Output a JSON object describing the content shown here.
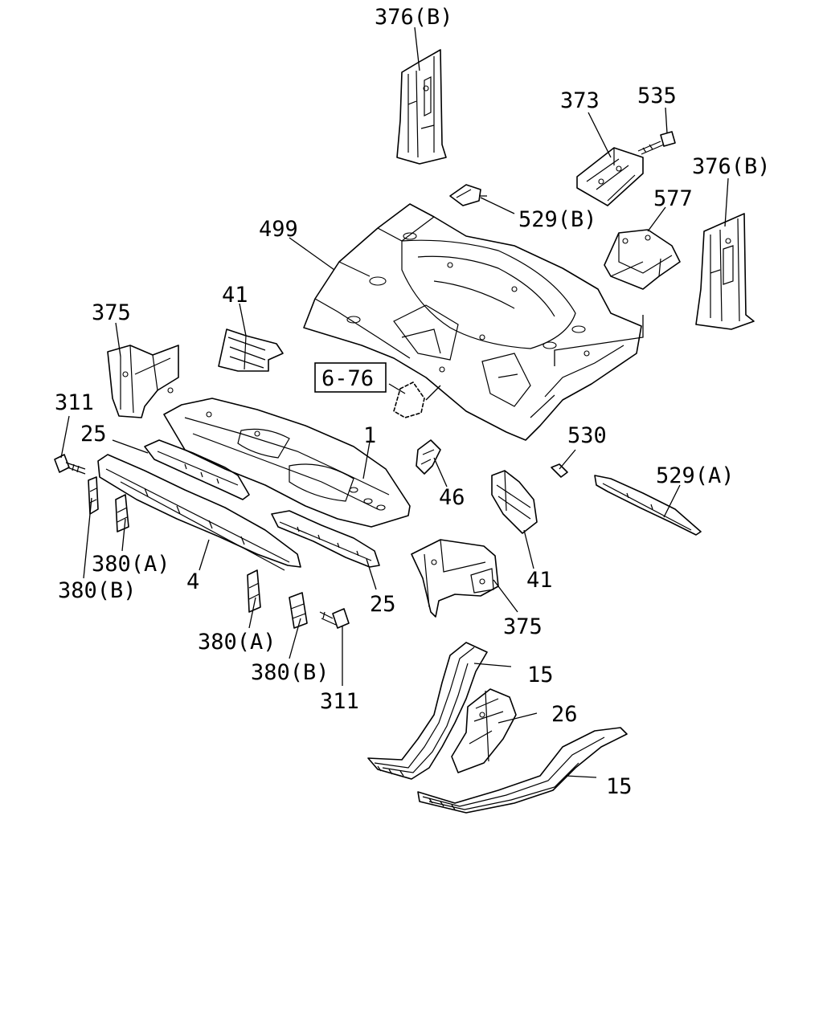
{
  "callouts": {
    "c376b_top": "376(B)",
    "c373": "373",
    "c535": "535",
    "c376b_right": "376(B)",
    "c529b": "529(B)",
    "c577": "577",
    "c499": "499",
    "c375_left": "375",
    "c41_top": "41",
    "ref_6_76": "6-76",
    "c311_left": "311",
    "c25_top": "25",
    "c1": "1",
    "c530": "530",
    "c529a": "529(A)",
    "c46": "46",
    "c41_right": "41",
    "c380a_left": "380(A)",
    "c380b_left": "380(B)",
    "c4": "4",
    "c25_bottom": "25",
    "c375_bottom": "375",
    "c380a_mid": "380(A)",
    "c380b_mid": "380(B)",
    "c311_bottom": "311",
    "c15_top": "15",
    "c26": "26",
    "c15_bottom": "15"
  }
}
